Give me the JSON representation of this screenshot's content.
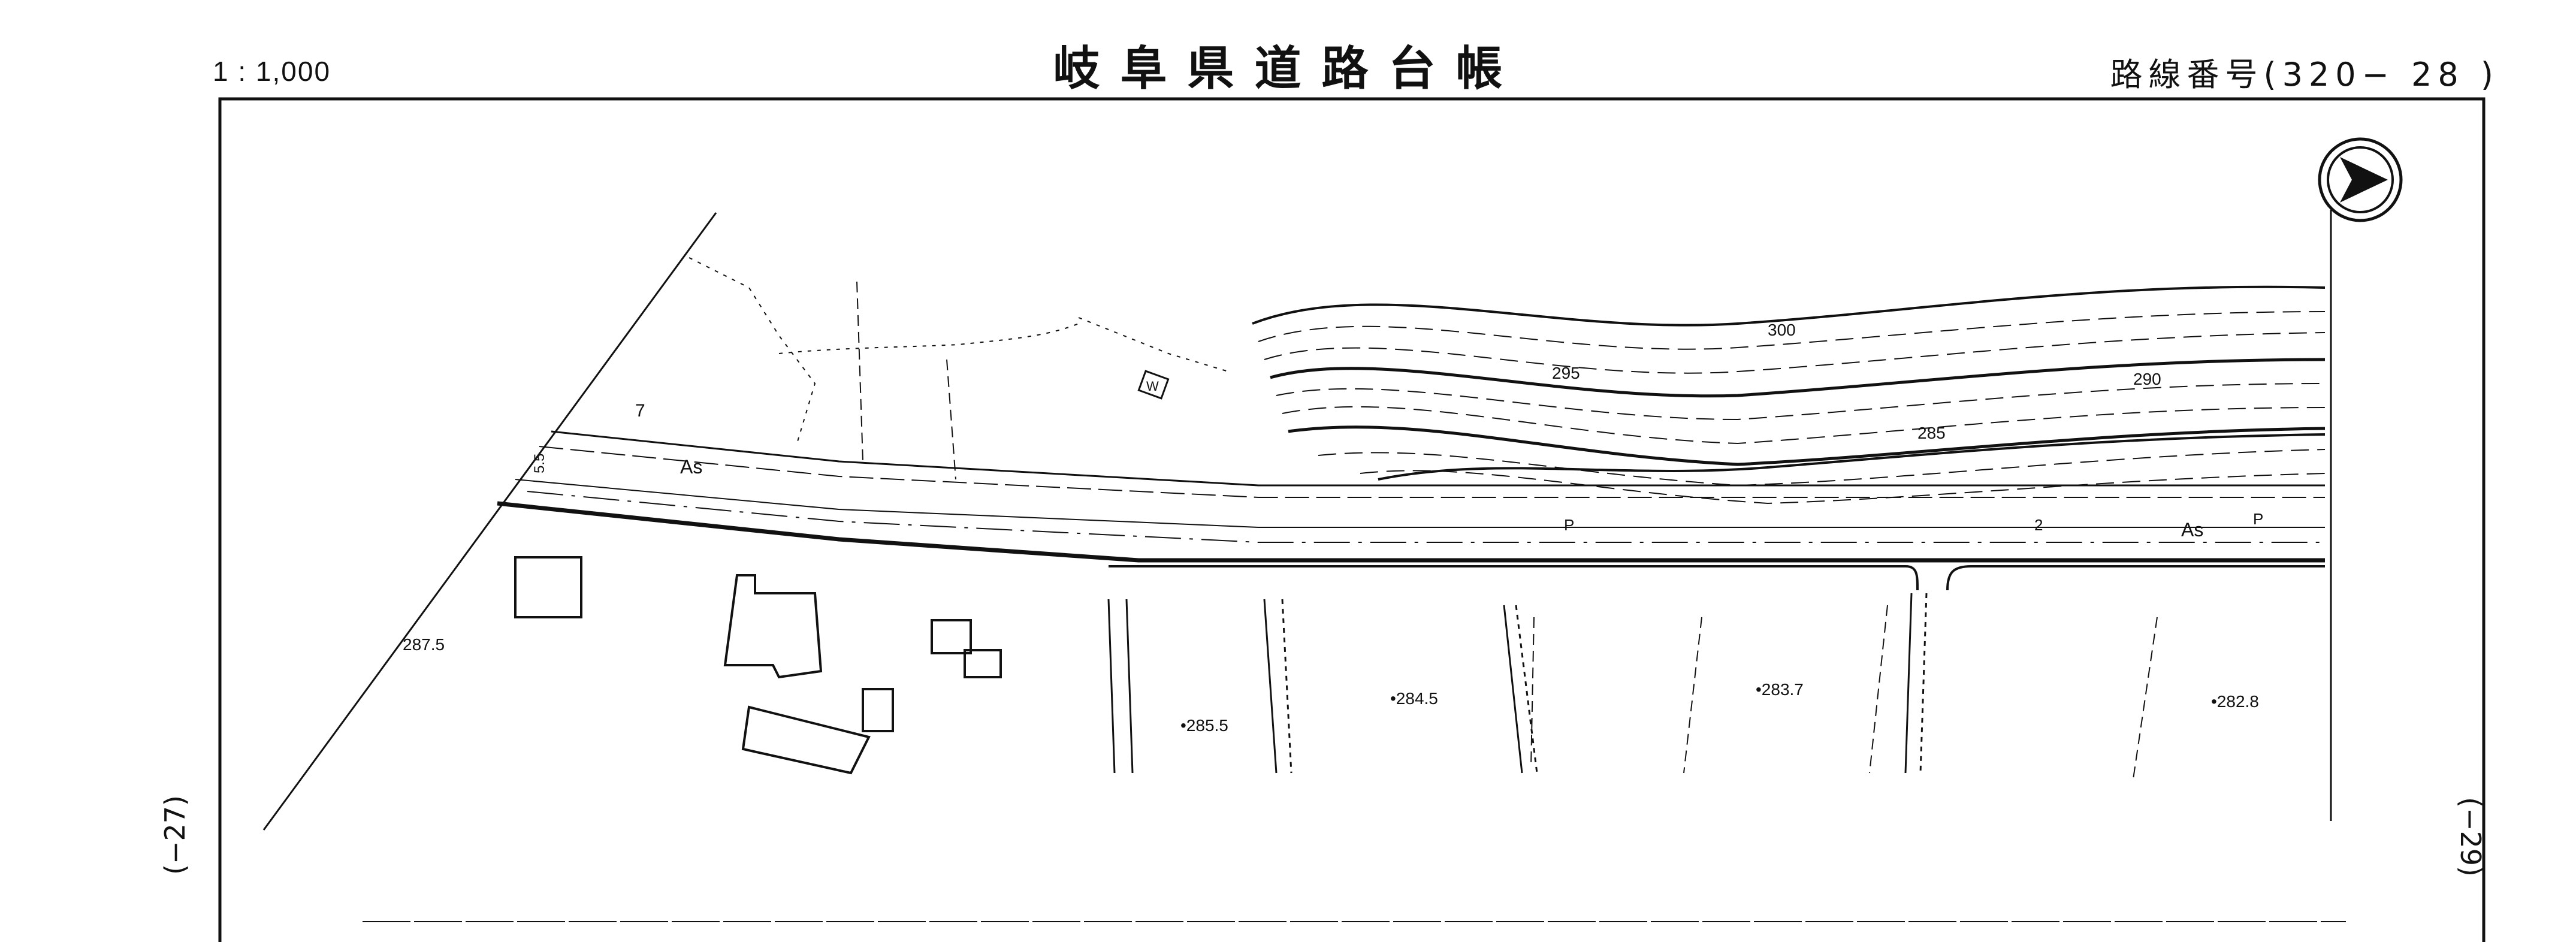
{
  "header": {
    "scale": "1 : 1,000",
    "title": "岐阜県道路台帳",
    "route_number": "路線番号(320− 28 )"
  },
  "sheet_links": {
    "previous": "(−27)",
    "next": "(−29)"
  },
  "map": {
    "north_arrow_icon": "north-arrow-icon",
    "contours": [
      "300",
      "295",
      "290",
      "285"
    ],
    "spot_heights": [
      "•285.5",
      "•284.5",
      "•283.7",
      "•282.8",
      "287.5"
    ],
    "road_labels": [
      "As",
      "As"
    ],
    "markers": [
      "P",
      "P",
      "W",
      "2",
      "7",
      "5.5"
    ],
    "colors": {
      "linework": "#111111",
      "background": "#ffffff"
    }
  }
}
